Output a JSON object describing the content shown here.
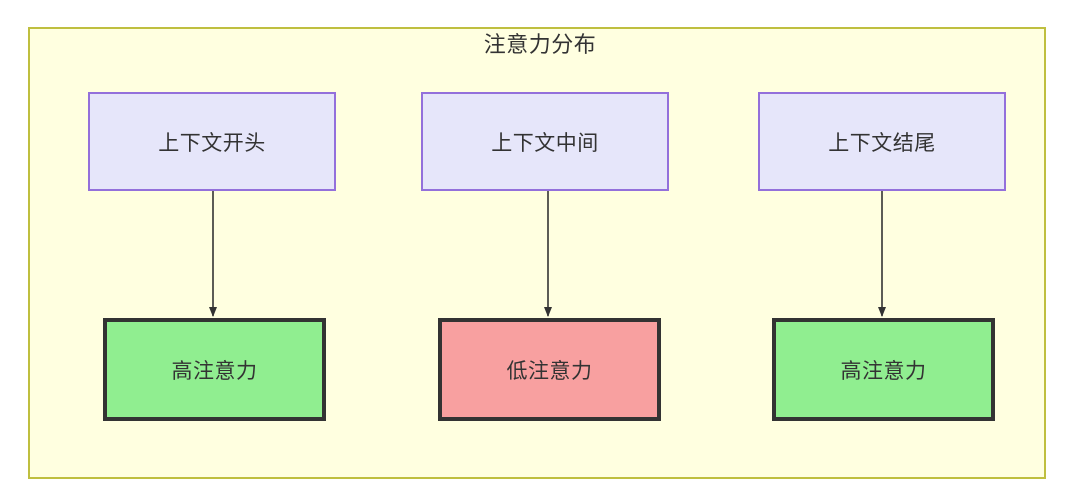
{
  "diagram": {
    "title": "注意力分布",
    "type": "flowchart",
    "container": {
      "background_color": "#ffffe0",
      "border_color": "#bfbf3f"
    },
    "columns": [
      {
        "source": {
          "label": "上下文开头",
          "fill_color": "#e6e6fa",
          "border_color": "#9370db"
        },
        "target": {
          "label": "高注意力",
          "fill_color": "#90ee90",
          "border_color": "#333333"
        }
      },
      {
        "source": {
          "label": "上下文中间",
          "fill_color": "#e6e6fa",
          "border_color": "#9370db"
        },
        "target": {
          "label": "低注意力",
          "fill_color": "#f8a0a0",
          "border_color": "#333333"
        }
      },
      {
        "source": {
          "label": "上下文结尾",
          "fill_color": "#e6e6fa",
          "border_color": "#9370db"
        },
        "target": {
          "label": "高注意力",
          "fill_color": "#90ee90",
          "border_color": "#333333"
        }
      }
    ],
    "edges": [
      {
        "from": "上下文开头",
        "to": "高注意力"
      },
      {
        "from": "上下文中间",
        "to": "低注意力"
      },
      {
        "from": "上下文结尾",
        "to": "高注意力"
      }
    ],
    "edge_color": "#333333"
  }
}
